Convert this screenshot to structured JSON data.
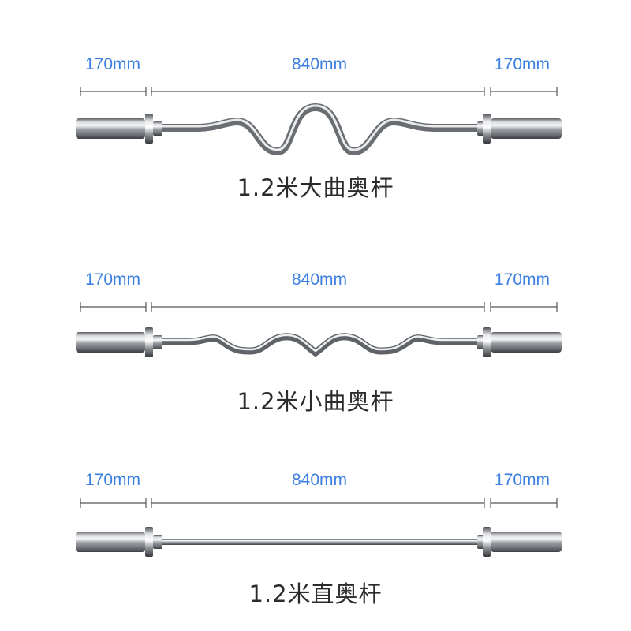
{
  "bars": [
    {
      "dims": {
        "left": "170mm",
        "middle": "840mm",
        "right": "170mm"
      },
      "name": "1.2米大曲奥杆"
    },
    {
      "dims": {
        "left": "170mm",
        "middle": "840mm",
        "right": "170mm"
      },
      "name": "1.2米小曲奥杆"
    },
    {
      "dims": {
        "left": "170mm",
        "middle": "840mm",
        "right": "170mm"
      },
      "name": "1.2米直奥杆"
    }
  ],
  "colors": {
    "dimension_text": "#3b7fe0",
    "caption_text": "#2b2b2b",
    "dimension_line": "#555555",
    "chrome_dark": "#4a4d52",
    "chrome_light": "#f2f3f5"
  }
}
